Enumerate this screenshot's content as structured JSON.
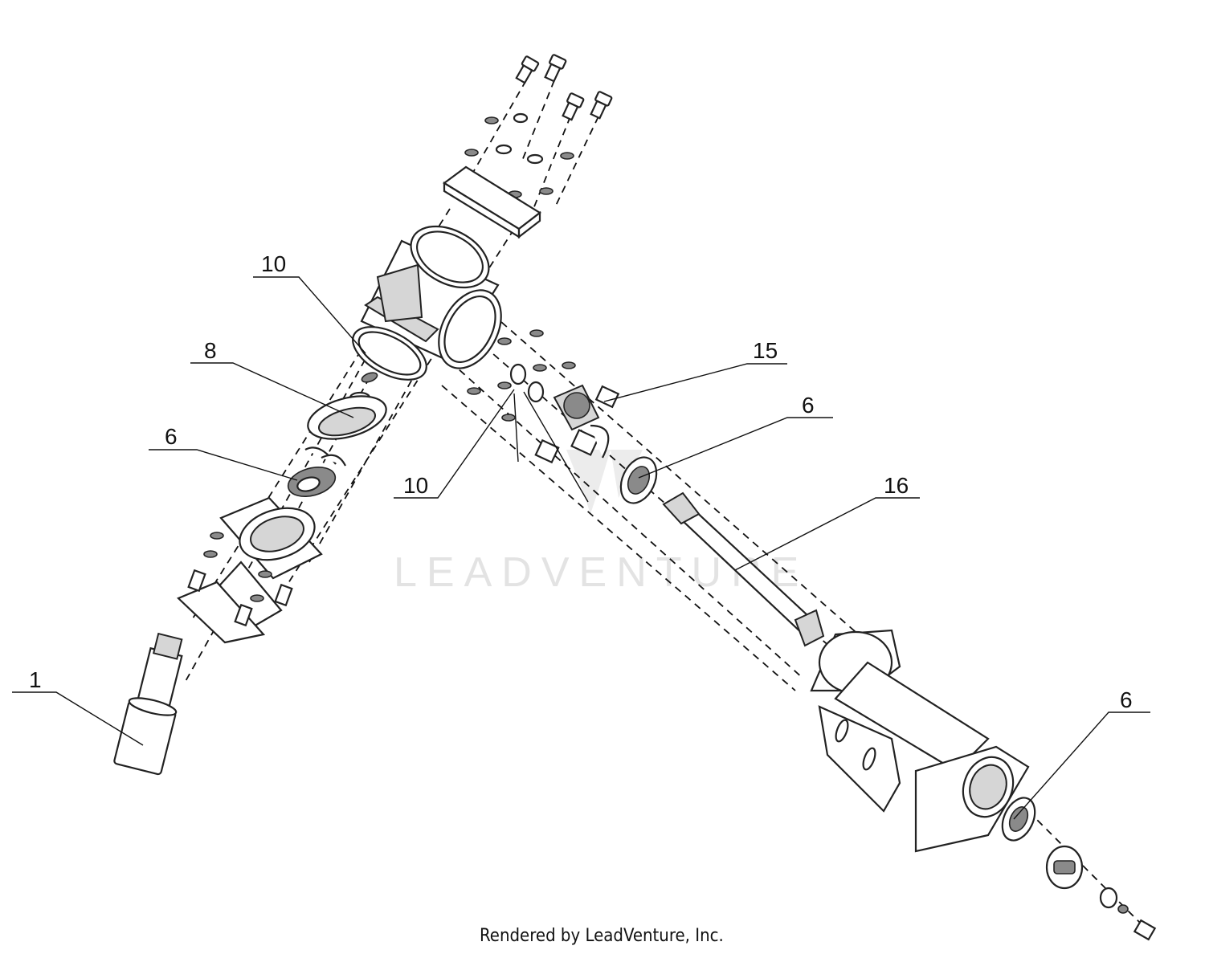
{
  "watermark": "LEADVENTURE",
  "footer": "Rendered by LeadVenture, Inc.",
  "callouts": [
    {
      "id": "c10a",
      "label": "10"
    },
    {
      "id": "c8",
      "label": "8"
    },
    {
      "id": "c6a",
      "label": "6"
    },
    {
      "id": "c1",
      "label": "1"
    },
    {
      "id": "c15",
      "label": "15"
    },
    {
      "id": "c6b",
      "label": "6"
    },
    {
      "id": "c10b",
      "label": "10"
    },
    {
      "id": "c16",
      "label": "16"
    },
    {
      "id": "c6c",
      "label": "6"
    }
  ]
}
